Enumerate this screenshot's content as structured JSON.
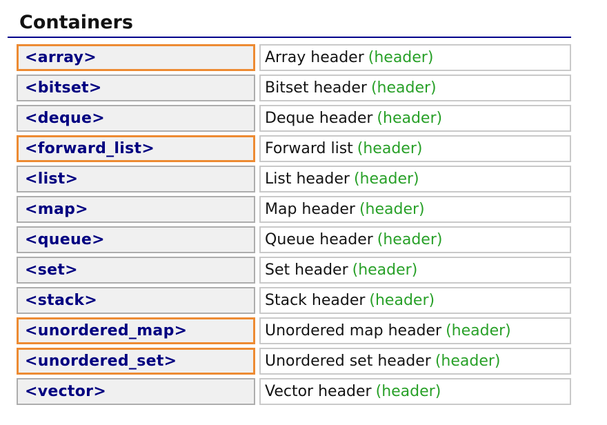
{
  "section": {
    "title": "Containers"
  },
  "colors": {
    "highlight": "#ED8B33",
    "underline": "#00008B",
    "header_navy": "#000080",
    "link_green": "#28A028"
  },
  "table": {
    "rows": [
      {
        "header": "<array>",
        "description": "Array header",
        "link": "(header)",
        "highlighted": true
      },
      {
        "header": "<bitset>",
        "description": "Bitset header",
        "link": "(header)",
        "highlighted": false
      },
      {
        "header": "<deque>",
        "description": "Deque header",
        "link": "(header)",
        "highlighted": false
      },
      {
        "header": "<forward_list>",
        "description": "Forward list",
        "link": "(header)",
        "highlighted": true
      },
      {
        "header": "<list>",
        "description": "List header",
        "link": "(header)",
        "highlighted": false
      },
      {
        "header": "<map>",
        "description": "Map header",
        "link": "(header)",
        "highlighted": false
      },
      {
        "header": "<queue>",
        "description": "Queue header",
        "link": "(header)",
        "highlighted": false
      },
      {
        "header": "<set>",
        "description": "Set header",
        "link": "(header)",
        "highlighted": false
      },
      {
        "header": "<stack>",
        "description": "Stack header",
        "link": "(header)",
        "highlighted": false
      },
      {
        "header": "<unordered_map>",
        "description": "Unordered map header",
        "link": "(header)",
        "highlighted": true
      },
      {
        "header": "<unordered_set>",
        "description": "Unordered set header",
        "link": "(header)",
        "highlighted": true
      },
      {
        "header": "<vector>",
        "description": "Vector header",
        "link": "(header)",
        "highlighted": false
      }
    ]
  }
}
